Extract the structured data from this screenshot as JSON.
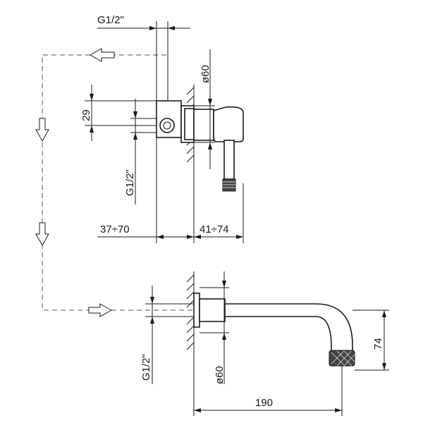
{
  "drawing": {
    "type": "technical drawing - wall mounted mixer with spout",
    "dimensions": {
      "thread_top": "G1/2\"",
      "diameter_top": "ø60",
      "offset_29": "29",
      "thread_left_vertical": "G1/2\"",
      "depth_range": "37÷70",
      "projection_range": "41÷74",
      "thread_bottom": "G1/2\"",
      "diameter_bottom": "ø60",
      "spout_length": "190",
      "spout_height": "74"
    },
    "colors": {
      "line": "#1a1a1a",
      "dashed": "#555555",
      "knurl": "#444444"
    }
  }
}
